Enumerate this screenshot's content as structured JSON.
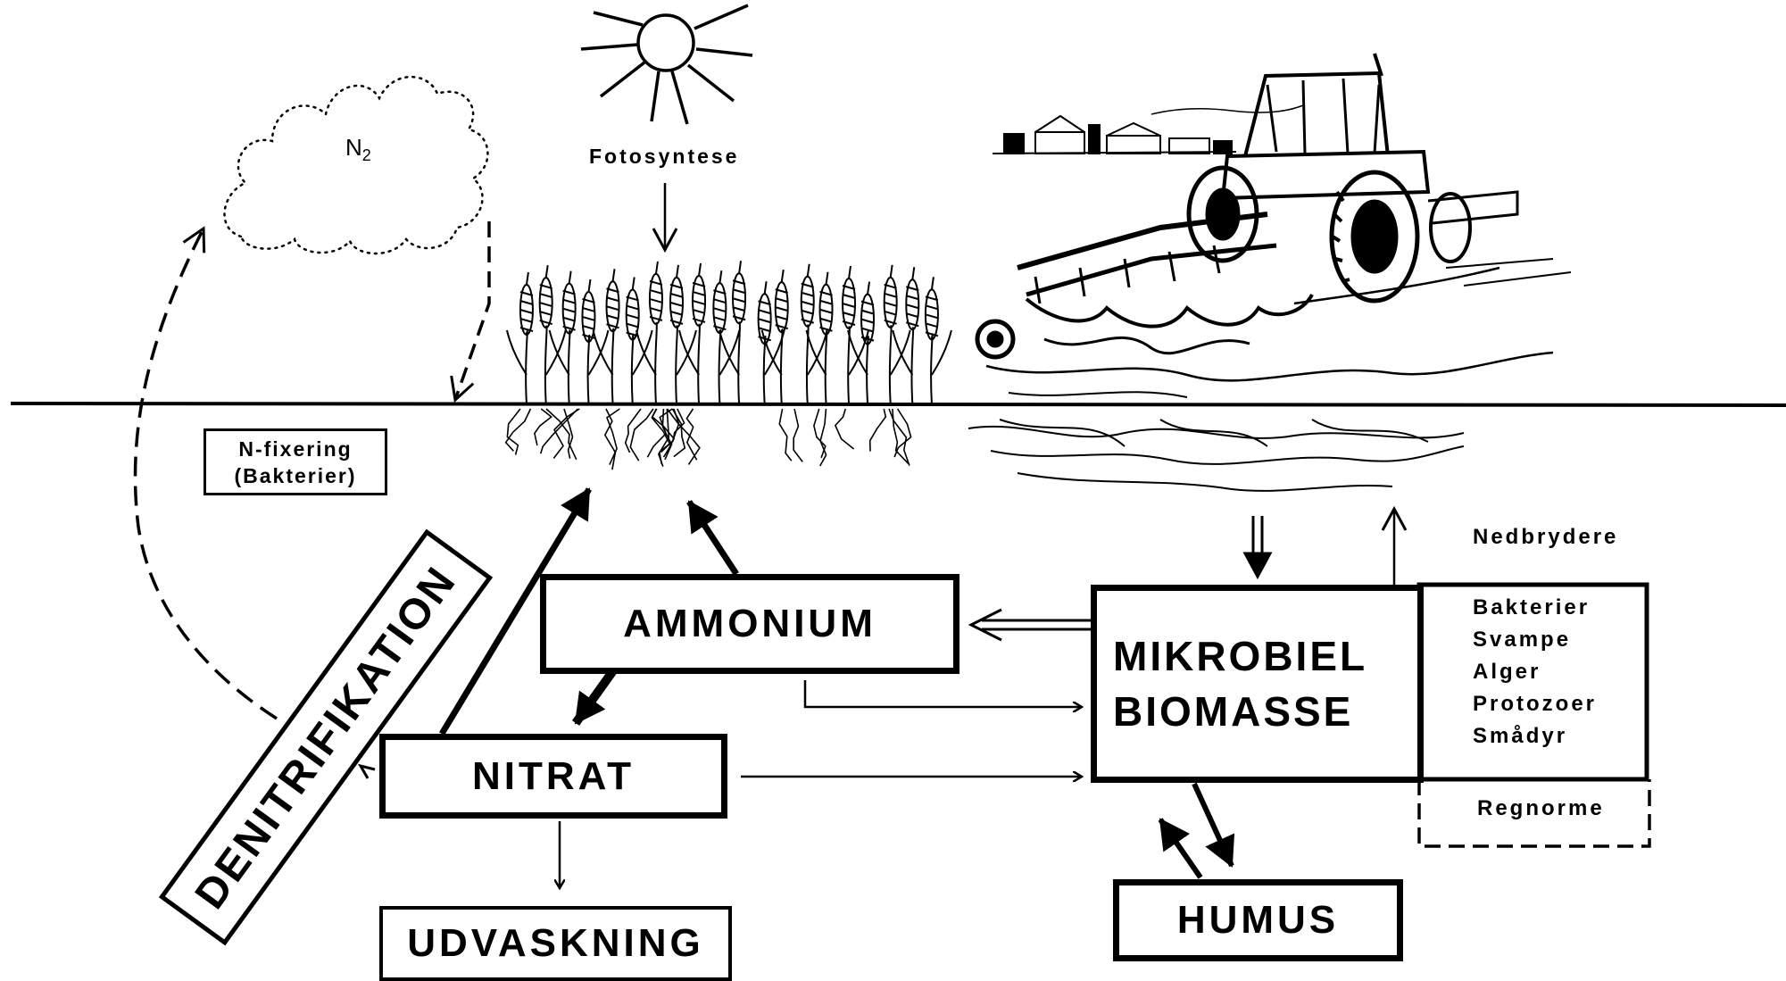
{
  "labels": {
    "n2": "N",
    "n2_sub": "2",
    "photosynthesis": "Fotosyntese",
    "n_fixation_line1": "N-fixering",
    "n_fixation_line2": "(Bakterier)",
    "denitrification": "DENITRIFIKATION",
    "ammonium": "AMMONIUM",
    "nitrate": "NITRAT",
    "leaching": "UDVASKNING",
    "microbial_line1": "MIKROBIEL",
    "microbial_line2": "BIOMASSE",
    "humus": "HUMUS",
    "decomposers_title": "Nedbrydere",
    "decomposers": [
      "Bakterier",
      "Svampe",
      "Alger",
      "Protozoer",
      "Smådyr"
    ],
    "earthworms": "Regnorme"
  },
  "colors": {
    "ink": "#000000",
    "background": "#ffffff"
  },
  "icons": [
    "sun-icon",
    "cloud-icon",
    "wheat-crop-icon",
    "roots-icon",
    "tractor-plough-icon",
    "farm-buildings-icon"
  ]
}
